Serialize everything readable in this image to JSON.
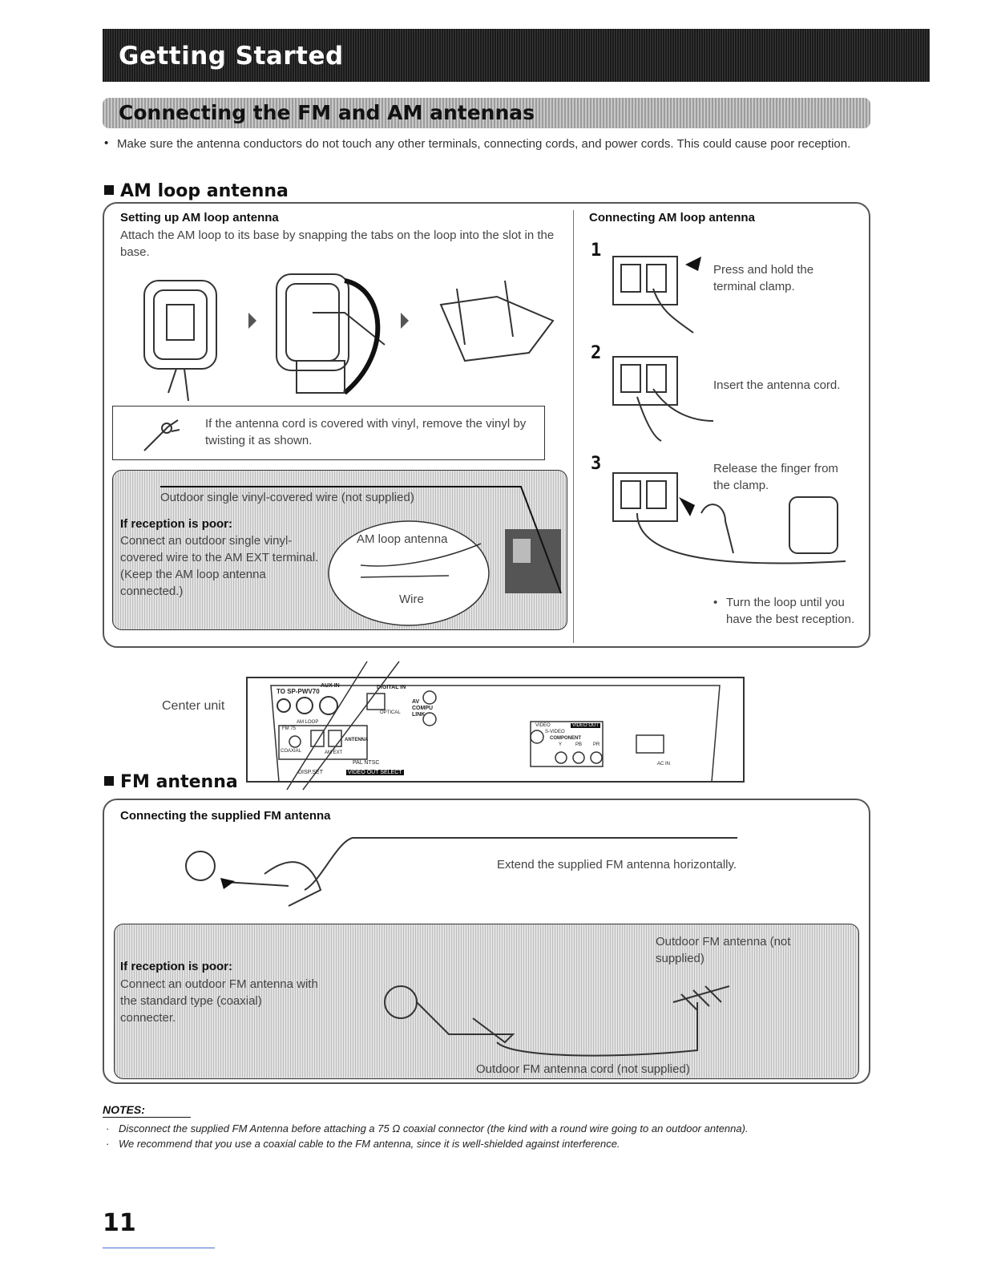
{
  "header": {
    "title": "Getting Started"
  },
  "section": {
    "title": "Connecting the FM and AM antennas"
  },
  "intro": {
    "bullet": "•",
    "text": "Make sure the antenna conductors do not touch any other terminals, connecting cords, and power cords. This could cause poor reception."
  },
  "am": {
    "heading": "AM loop antenna",
    "setup": {
      "title": "Setting up AM loop antenna",
      "text": "Attach the AM loop to its base by snapping the tabs on the loop into the slot in the base."
    },
    "vinyl_note": "If the antenna cord is covered with vinyl, remove the vinyl by twisting it as shown.",
    "poor": {
      "wire_label": "Outdoor single vinyl-covered wire (not supplied)",
      "title": "If reception is poor:",
      "text": "Connect an outdoor single vinyl-covered wire to the AM EXT terminal. (Keep the AM loop antenna connected.)",
      "loop_label": "AM loop antenna",
      "wire_small": "Wire"
    },
    "connect": {
      "title": "Connecting AM loop antenna",
      "steps": [
        {
          "num": "1",
          "text": "Press and hold the terminal clamp."
        },
        {
          "num": "2",
          "text": "Insert the antenna cord."
        },
        {
          "num": "3",
          "text": "Release the finger from the clamp."
        }
      ],
      "tip": "Turn the loop until you have the best reception."
    }
  },
  "unit": {
    "label": "Center unit",
    "panel_labels": {
      "to_sp": "TO SP-PWV70",
      "aux_in": "AUX IN",
      "digital_in": "DIGITAL IN",
      "optical": "OPTICAL",
      "av_compu_link": "AV COMPU LINK",
      "am_loop": "AM LOOP",
      "fm75": "FM 75",
      "coaxial": "COAXIAL",
      "am_ext": "AM EXT",
      "antenna": "ANTENNA",
      "disp_set": "DISP.SET",
      "pal_ntsc": "PAL  NTSC",
      "video_out_select": "VIDEO OUT SELECT",
      "video": "VIDEO",
      "video_out": "VIDEO OUT",
      "s_video": "S-VIDEO",
      "component": "COMPONENT",
      "y": "Y",
      "pb": "PB",
      "pr": "PR",
      "ac_in": "AC IN"
    }
  },
  "fm": {
    "heading": "FM antenna",
    "connect": {
      "title": "Connecting the supplied FM antenna",
      "text": "Extend the supplied FM antenna horizontally."
    },
    "poor": {
      "title": "If reception is poor:",
      "text": "Connect an outdoor FM antenna with the standard type (coaxial) connecter.",
      "antenna_label": "Outdoor FM antenna (not supplied)",
      "cord_label": "Outdoor FM antenna cord (not supplied)"
    }
  },
  "notes": {
    "title": "NOTES:",
    "items": [
      "Disconnect the supplied FM Antenna before attaching a 75 Ω coaxial connector (the kind with a round wire going to an outdoor antenna).",
      "We recommend that you use a coaxial cable to the FM antenna, since it is well-shielded against interference."
    ]
  },
  "page": {
    "number": "11"
  }
}
